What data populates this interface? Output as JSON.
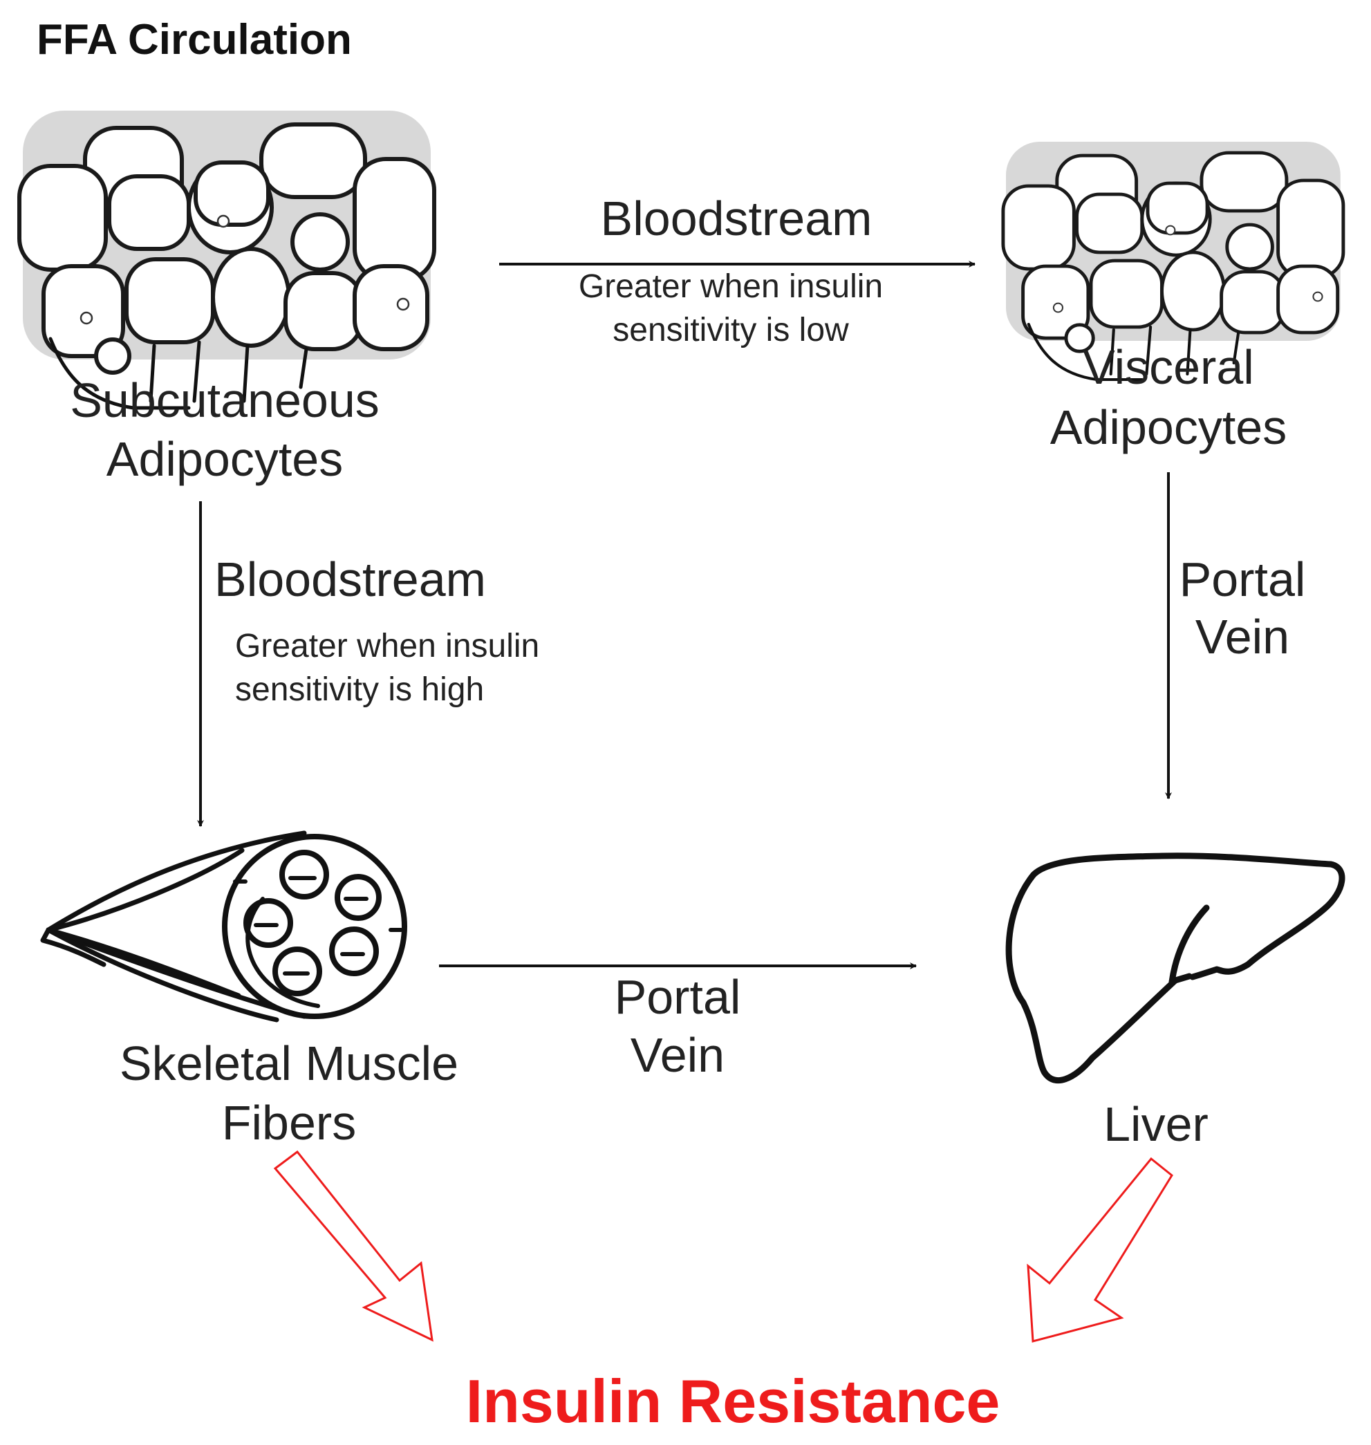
{
  "title": "FFA Circulation",
  "nodes": {
    "subcutaneous": {
      "icon": "adipocyte-cluster-icon",
      "line1": "Subcutaneous",
      "line2": "Adipocytes"
    },
    "visceral": {
      "icon": "adipocyte-cluster-icon",
      "line1": "Visceral",
      "line2": "Adipocytes"
    },
    "muscle": {
      "icon": "muscle-fiber-bundle-icon",
      "line1": "Skeletal Muscle",
      "line2": "Fibers"
    },
    "liver": {
      "icon": "liver-outline-icon",
      "line1": "Liver"
    }
  },
  "edges": {
    "sub_to_visceral": {
      "label": "Bloodstream",
      "note_line1": "Greater when insulin",
      "note_line2": "sensitivity is low"
    },
    "sub_to_muscle": {
      "label": "Bloodstream",
      "note_line1": "Greater when insulin",
      "note_line2": "sensitivity is high"
    },
    "visceral_to_liver": {
      "label_line1": "Portal",
      "label_line2": "Vein"
    },
    "muscle_to_liver": {
      "label_line1": "Portal",
      "label_line2": "Vein"
    }
  },
  "outcome": {
    "label": "Insulin Resistance",
    "color": "#ee1c1c"
  },
  "colors": {
    "ink": "#111111",
    "outcome_arrow": "#ee1c1c"
  }
}
